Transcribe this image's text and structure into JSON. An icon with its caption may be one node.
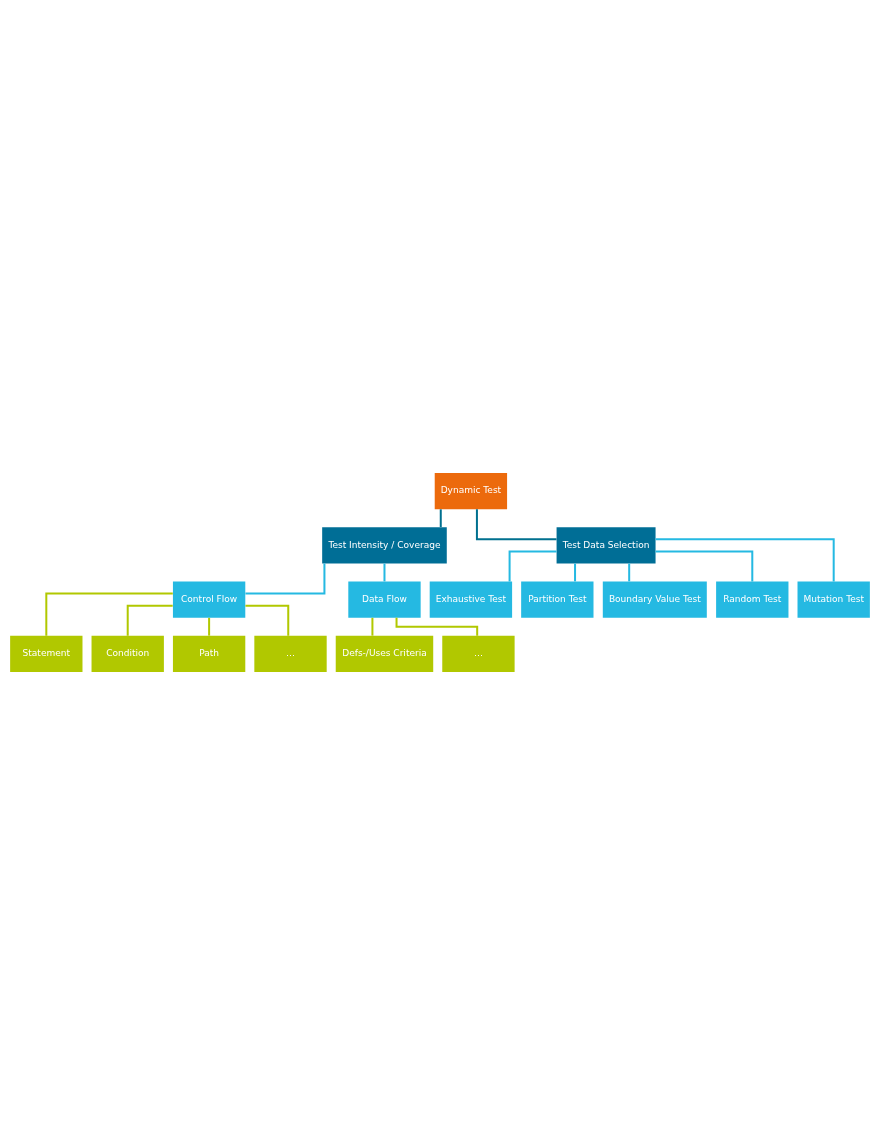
{
  "diagram": {
    "nodes": [
      {
        "text": [
          "Dynamic Test"
        ]
      },
      {
        "text": [
          "Test Intensity / Coverage"
        ]
      },
      {
        "text": [
          "Test Data Selection"
        ]
      },
      {
        "text": [
          "Control Flow"
        ]
      },
      {
        "text": [
          "Data Flow"
        ]
      },
      {
        "text": [
          "Statement"
        ]
      },
      {
        "text": [
          "Condition"
        ]
      },
      {
        "text": [
          "Path"
        ]
      },
      {
        "text": [
          "…"
        ]
      },
      {
        "text": [
          "Defs-/Uses Criteria"
        ]
      },
      {
        "text": [
          "…"
        ]
      },
      {
        "text": [
          "Exhaustive Test"
        ]
      },
      {
        "text": [
          "Partition Test"
        ]
      },
      {
        "text": [
          "Boundary Value Test"
        ]
      },
      {
        "text": [
          "Random Test"
        ]
      },
      {
        "text": [
          "Mutation Test"
        ]
      }
    ],
    "edges": [
      {
        "from": 0,
        "to": 1,
        "arrow": "none",
        "color": "#00708f"
      },
      {
        "from": 0,
        "to": 2,
        "arrow": "none",
        "color": "#00708f"
      },
      {
        "from": 1,
        "to": 3,
        "arrow": "none"
      },
      {
        "from": 1,
        "to": 4,
        "arrow": "none"
      },
      {
        "from": 3,
        "to": 5,
        "arrow": "none",
        "color": "#b1c800"
      },
      {
        "from": 3,
        "to": 6,
        "arrow": "none",
        "color": "#b1c800"
      },
      {
        "from": 3,
        "to": 7,
        "arrow": "none",
        "color": "#b1c800"
      },
      {
        "from": 3,
        "to": 8,
        "arrow": "none",
        "color": "#b1c800"
      },
      {
        "from": 4,
        "to": 9,
        "arrow": "none",
        "color": "#b1c800"
      },
      {
        "from": 4,
        "to": 10,
        "arrow": "none",
        "color": "#b1c800"
      },
      {
        "from": 2,
        "to": 11,
        "arrow": "none"
      },
      {
        "from": 2,
        "to": 12,
        "arrow": "none"
      },
      {
        "from": 2,
        "to": 13,
        "arrow": "none"
      },
      {
        "from": 2,
        "to": 14,
        "arrow": "none"
      },
      {
        "from": 2,
        "to": 15,
        "arrow": "none"
      }
    ]
  }
}
